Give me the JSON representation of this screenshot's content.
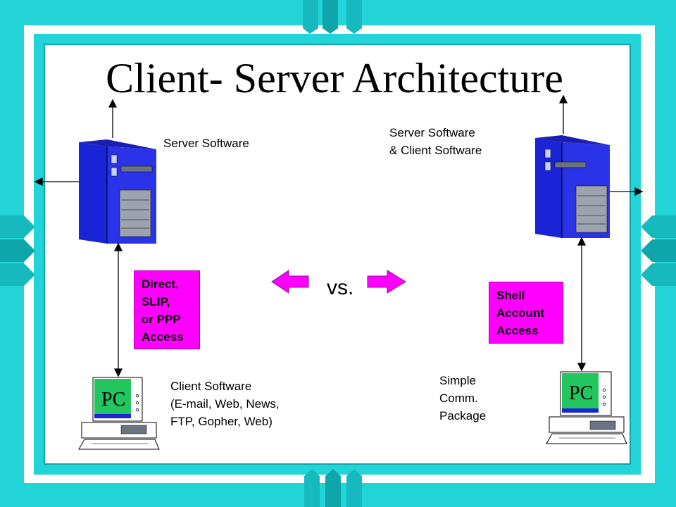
{
  "title": "Client- Server Architecture",
  "left": {
    "server_label": "Server Software",
    "access_lines": [
      "Direct,",
      "SLIP,",
      "or PPP",
      "Access"
    ],
    "pc_label": "PC",
    "client_lines": [
      "Client Software",
      "(E-mail, Web, News,",
      "FTP, Gopher, Web)"
    ]
  },
  "right": {
    "server_lines": [
      "Server Software",
      "& Client Software"
    ],
    "access_lines": [
      "Shell",
      "Account",
      "Access"
    ],
    "pc_label": "PC",
    "client_lines": [
      "Simple",
      "Comm.",
      "Package"
    ]
  },
  "vs": "vs.",
  "colors": {
    "frame": "#22d3d8",
    "frame_dark": "#0ea5ab",
    "accent": "#ff00ff",
    "server_blue": "#1a23d6",
    "pc_green": "#22c55e",
    "background": "#ffffff"
  },
  "icons": [
    "server-tower-icon",
    "pc-computer-icon",
    "double-arrow-icon"
  ]
}
